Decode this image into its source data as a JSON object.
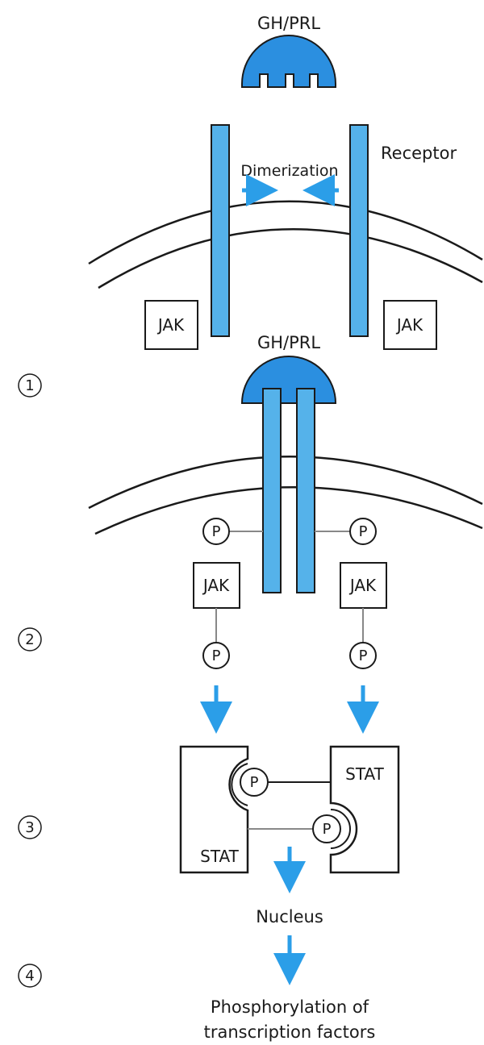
{
  "ligand_label": "GH/PRL",
  "receptor_label": "Receptor",
  "dimerization_label": "Dimerization",
  "jak_label": "JAK",
  "phospho_label": "P",
  "stat_label": "STAT",
  "nucleus_label": "Nucleus",
  "outcome_line1": "Phosphorylation of",
  "outcome_line2": "transcription factors",
  "steps": [
    "1",
    "2",
    "3",
    "4"
  ],
  "colors": {
    "ligand": "#2b8fe0",
    "receptor": "#55b2ea",
    "arrow": "#2b9ee8",
    "stroke": "#1a1a1a"
  }
}
